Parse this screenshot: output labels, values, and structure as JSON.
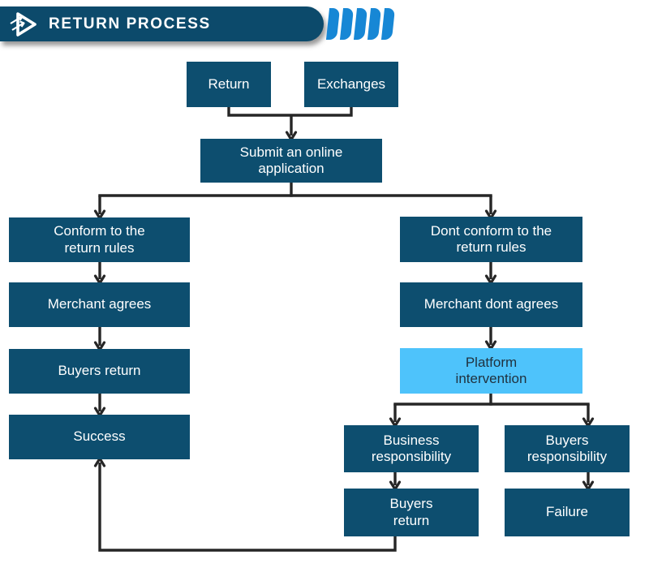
{
  "header": {
    "title": "RETURN PROCESS",
    "logo_icon": "play-triangle-with-arrows",
    "chevron_count": 5
  },
  "colors": {
    "background": "#ffffff",
    "banner": "#0c4a6b",
    "chevron": "#1787d5",
    "node_dark": "#0d4e6f",
    "node_highlight": "#4ec3fb",
    "node_text": "#ffffff",
    "highlight_text": "#20323f",
    "connector": "#262626"
  },
  "nodes": {
    "return": {
      "label": "Return"
    },
    "exchanges": {
      "label": "Exchanges"
    },
    "submit": {
      "label": "Submit an online\napplication"
    },
    "conform": {
      "label": "Conform to the\nreturn rules"
    },
    "merchant_agrees": {
      "label": "Merchant agrees"
    },
    "buyers_return": {
      "label": "Buyers return"
    },
    "success": {
      "label": "Success"
    },
    "dont_conform": {
      "label": "Dont conform to the\nreturn rules"
    },
    "merchant_dont_agrees": {
      "label": "Merchant dont agrees"
    },
    "platform": {
      "label": "Platform\nintervention"
    },
    "business_responsibility": {
      "label": "Business\nresponsibility"
    },
    "buyers_responsibility": {
      "label": "Buyers\nresponsibility"
    },
    "buyers_return_2": {
      "label": "Buyers\nreturn"
    },
    "failure": {
      "label": "Failure"
    }
  }
}
